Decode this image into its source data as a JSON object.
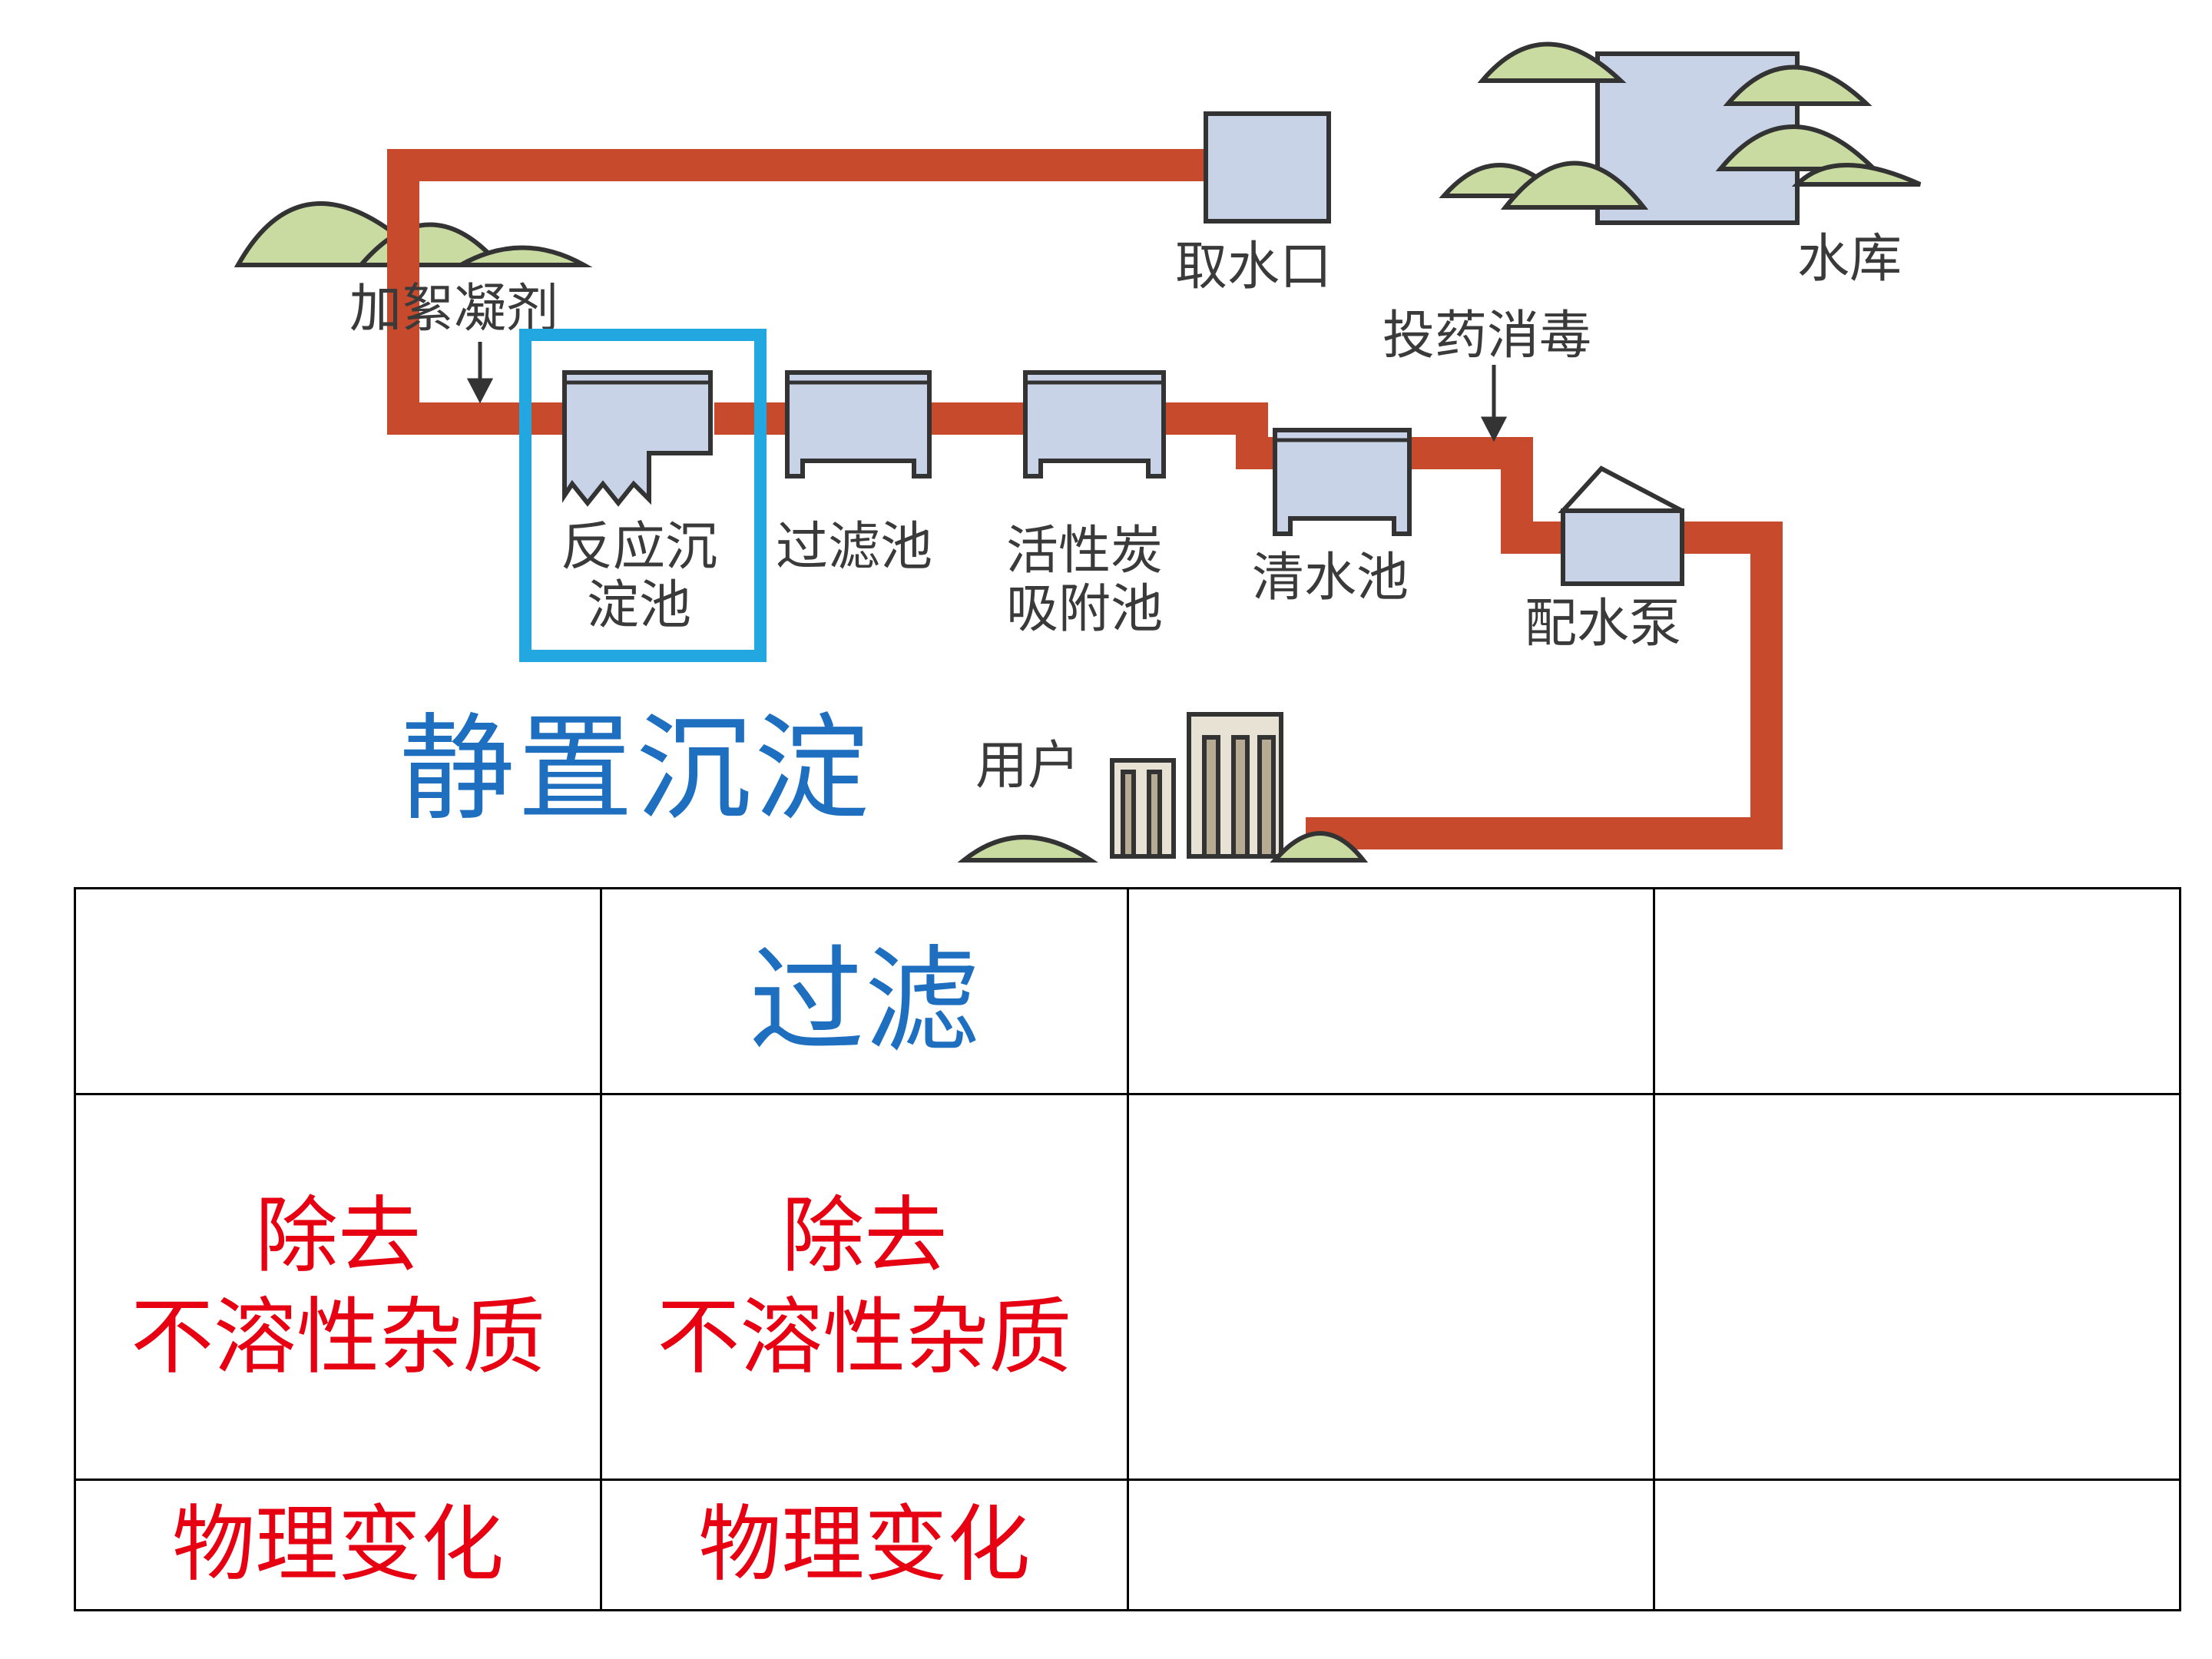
{
  "diagram": {
    "labels": {
      "water_intake": "取水口",
      "reservoir": "水库",
      "coagulant": "加絮凝剂",
      "disinfectant": "投药消毒",
      "sedimentation_line1": "反应沉",
      "sedimentation_line2": "淀池",
      "filter_tank": "过滤池",
      "carbon_line1": "活性炭",
      "carbon_line2": "吸附池",
      "clear_water_tank": "清水池",
      "pump": "配水泵",
      "users": "用户"
    },
    "callout": "静置沉淀",
    "colors": {
      "pipe": "#c84a2c",
      "tank_fill": "#c9d3e8",
      "tree_fill": "#c9dba0",
      "highlight": "#22a7e1",
      "callout": "#1f6fc1",
      "red_text": "#e60012"
    }
  },
  "table": {
    "row1": [
      "",
      "过滤",
      "",
      ""
    ],
    "row2": [
      {
        "line1": "除去",
        "line2": "不溶性杂质"
      },
      {
        "line1": "除去",
        "line2": "不溶性杂质"
      },
      {
        "line1": "",
        "line2": ""
      },
      {
        "line1": "",
        "line2": ""
      }
    ],
    "row3": [
      "物理变化",
      "物理变化",
      "",
      ""
    ]
  }
}
